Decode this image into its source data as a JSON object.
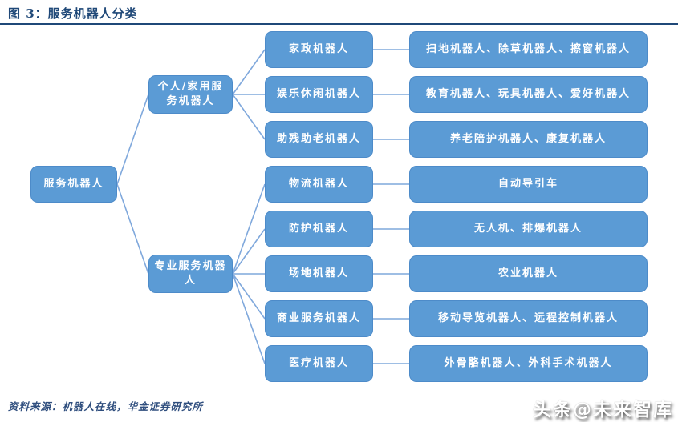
{
  "title": "图 3：服务机器人分类",
  "colors": {
    "node_fill": "#5b9bd5",
    "node_border": "#4d8bc9",
    "node_text": "#ffffff",
    "connector": "#7fa8dc",
    "title_text": "#1f4878",
    "source_text": "#2f4e7e"
  },
  "diagram": {
    "root": {
      "label": "服务机器人"
    },
    "groups": [
      {
        "label": "个人/家用服务机器人",
        "children": [
          {
            "category": "家政机器人",
            "examples": "扫地机器人、除草机器人、擦窗机器人"
          },
          {
            "category": "娱乐休闲机器人",
            "examples": "教育机器人、玩具机器人、爱好机器人"
          },
          {
            "category": "助残助老机器人",
            "examples": "养老陪护机器人、康复机器人"
          }
        ]
      },
      {
        "label": "专业服务机器人",
        "children": [
          {
            "category": "物流机器人",
            "examples": "自动导引车"
          },
          {
            "category": "防护机器人",
            "examples": "无人机、排爆机器人"
          },
          {
            "category": "场地机器人",
            "examples": "农业机器人"
          },
          {
            "category": "商业服务机器人",
            "examples": "移动导览机器人、远程控制机器人"
          },
          {
            "category": "医疗机器人",
            "examples": "外骨骼机器人、外科手术机器人"
          }
        ]
      }
    ]
  },
  "footer": {
    "source": "资料来源：机器人在线，华金证券研究所"
  },
  "watermark": "头条@未来智库"
}
